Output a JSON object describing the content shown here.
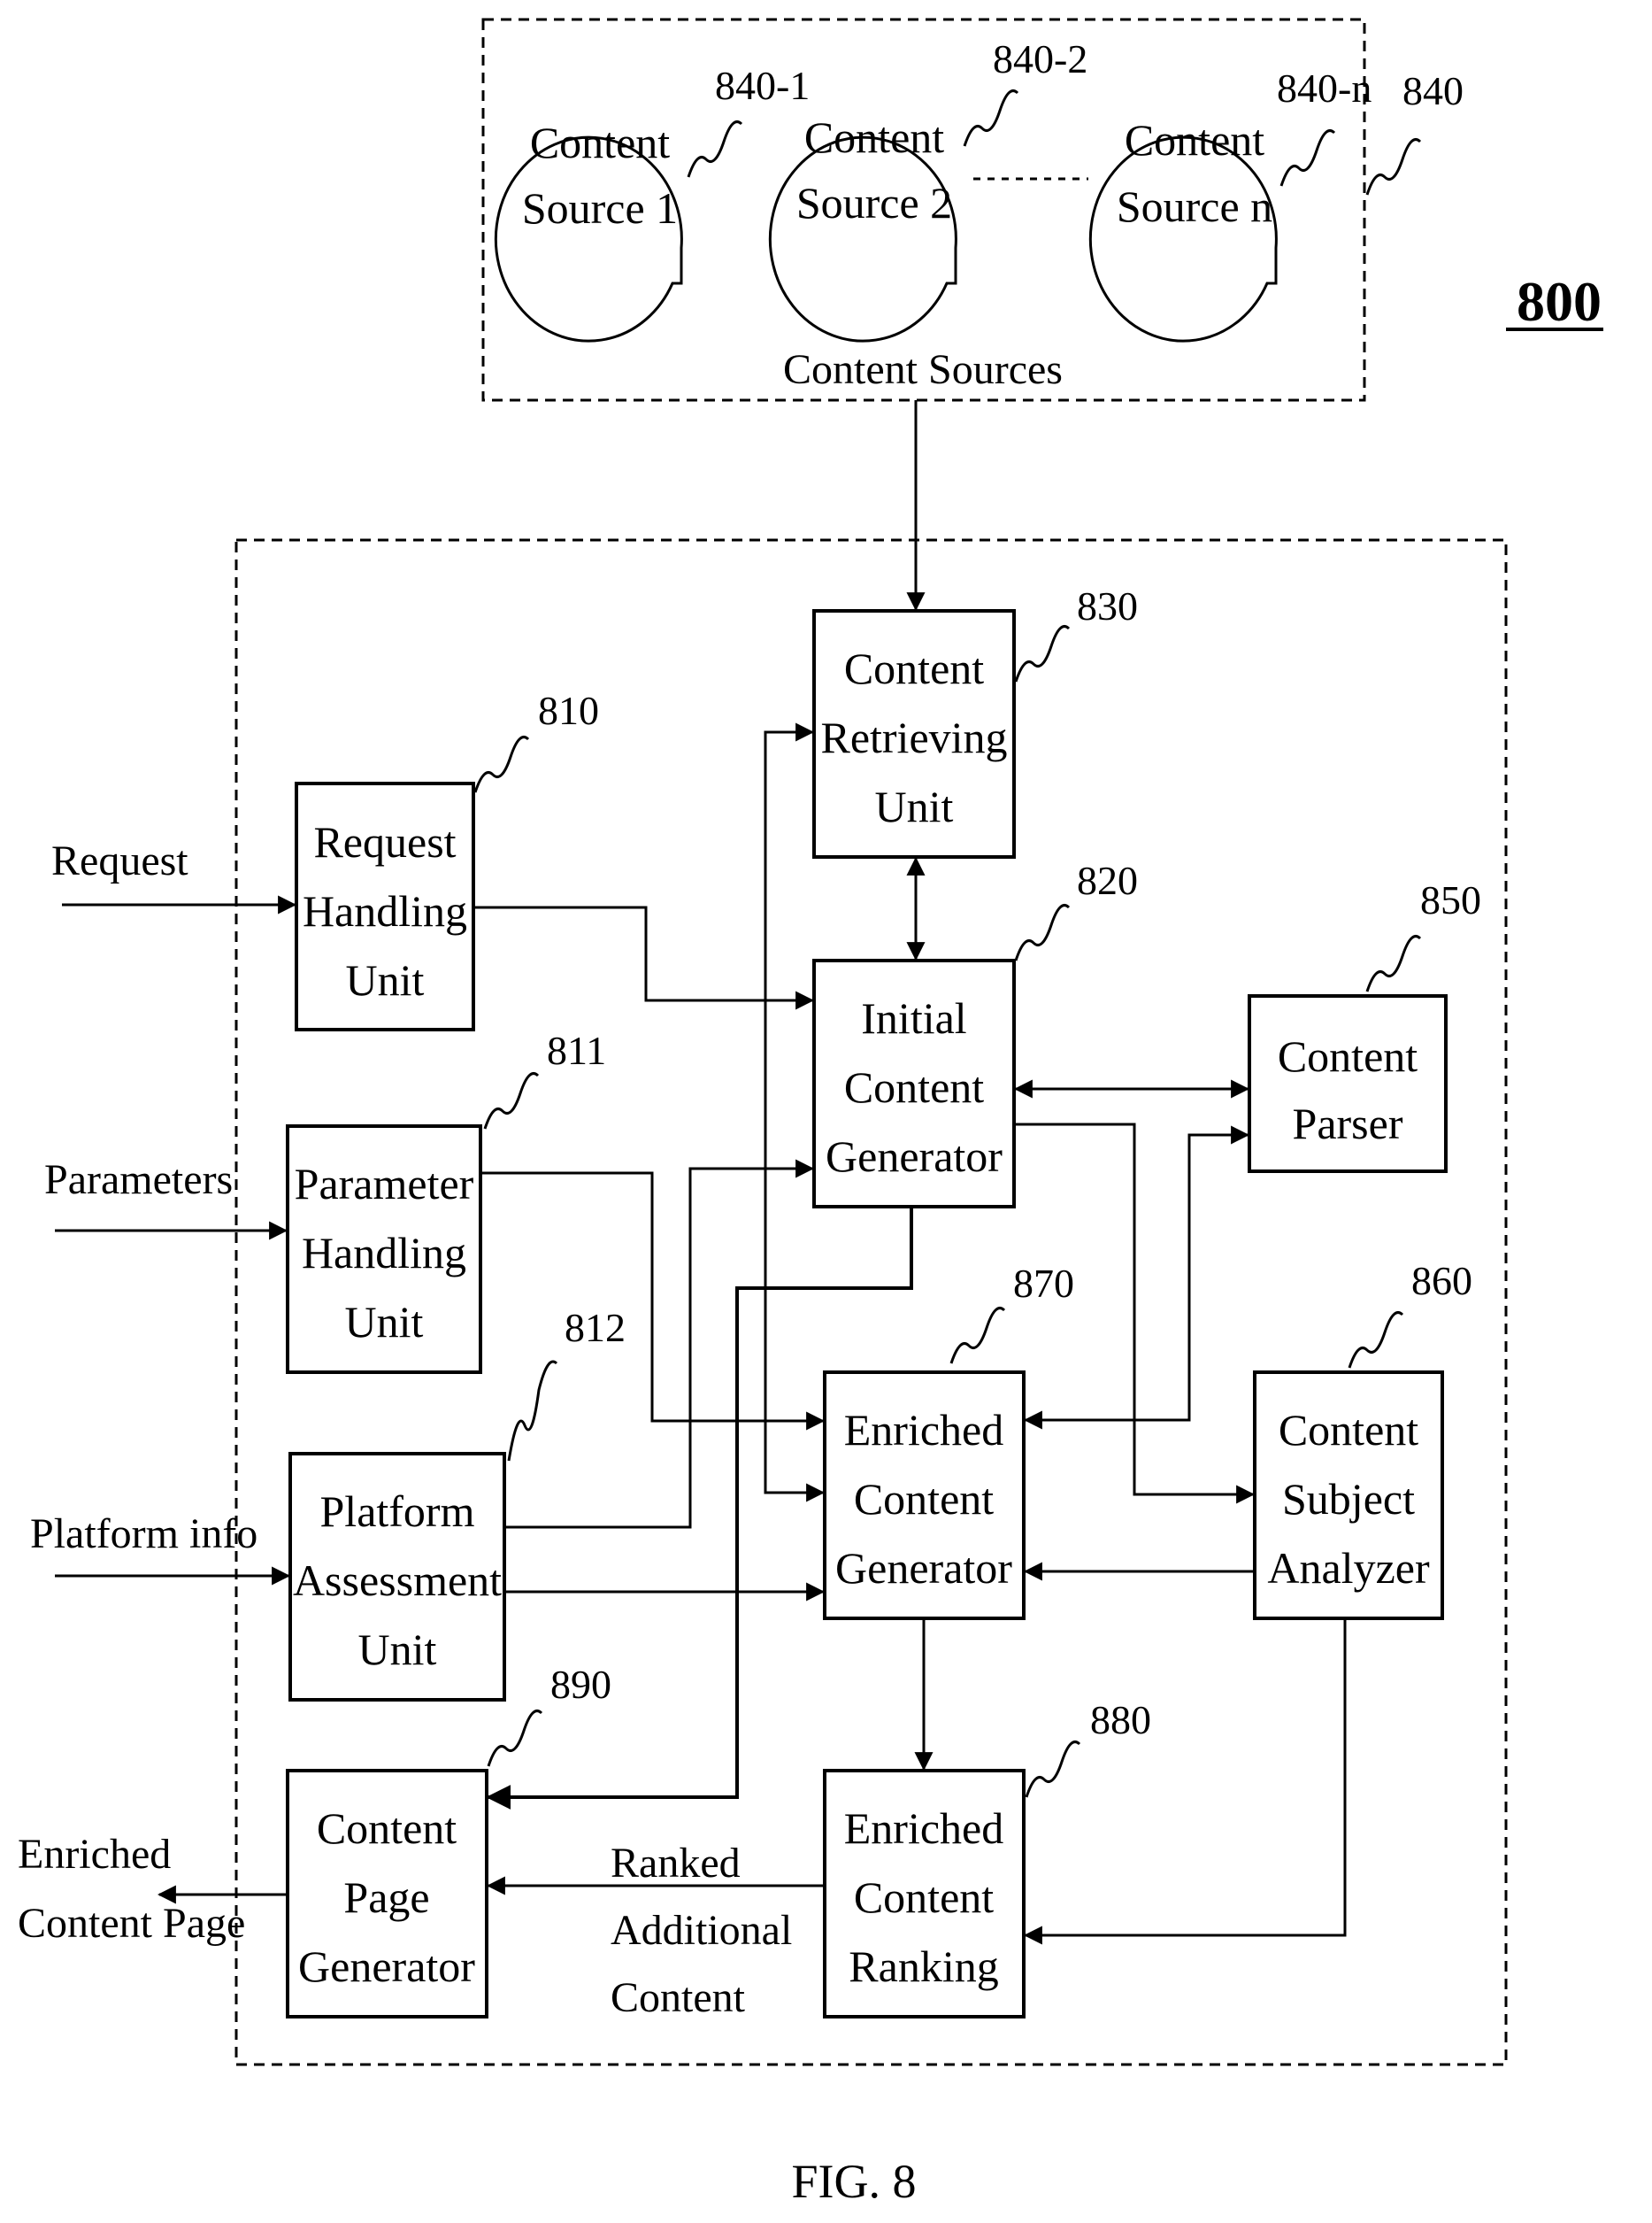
{
  "figure": {
    "number": "800",
    "caption": "FIG. 8"
  },
  "content_sources": {
    "label": "Content Sources",
    "ref": "840",
    "sources": [
      {
        "lines": [
          "Content",
          "Source 1"
        ],
        "ref": "840-1"
      },
      {
        "lines": [
          "Content",
          "Source 2"
        ],
        "ref": "840-2"
      },
      {
        "lines": [
          "Content",
          "Source n"
        ],
        "ref": "840-n"
      }
    ]
  },
  "units": {
    "request_handling": {
      "lines": [
        "Request",
        "Handling",
        "Unit"
      ],
      "ref": "810"
    },
    "parameter_handling": {
      "lines": [
        "Parameter",
        "Handling",
        "Unit"
      ],
      "ref": "811"
    },
    "platform_assessment": {
      "lines": [
        "Platform",
        "Assessment",
        "Unit"
      ],
      "ref": "812"
    },
    "content_retrieving": {
      "lines": [
        "Content",
        "Retrieving",
        "Unit"
      ],
      "ref": "830"
    },
    "initial_content_generator": {
      "lines": [
        "Initial",
        "Content",
        "Generator"
      ],
      "ref": "820"
    },
    "content_parser": {
      "lines": [
        "Content",
        "Parser"
      ],
      "ref": "850"
    },
    "enriched_content_generator": {
      "lines": [
        "Enriched",
        "Content",
        "Generator"
      ],
      "ref": "870"
    },
    "content_subject_analyzer": {
      "lines": [
        "Content",
        "Subject",
        "Analyzer"
      ],
      "ref": "860"
    },
    "content_page_generator": {
      "lines": [
        "Content",
        "Page",
        "Generator"
      ],
      "ref": "890"
    },
    "enriched_content_ranking": {
      "lines": [
        "Enriched",
        "Content",
        "Ranking"
      ],
      "ref": "880"
    }
  },
  "io": {
    "request": "Request",
    "parameters": "Parameters",
    "platform_info": "Platform info",
    "output": [
      "Enriched",
      "Content Page"
    ],
    "ranked": [
      "Ranked",
      "Additional",
      "Content"
    ]
  }
}
